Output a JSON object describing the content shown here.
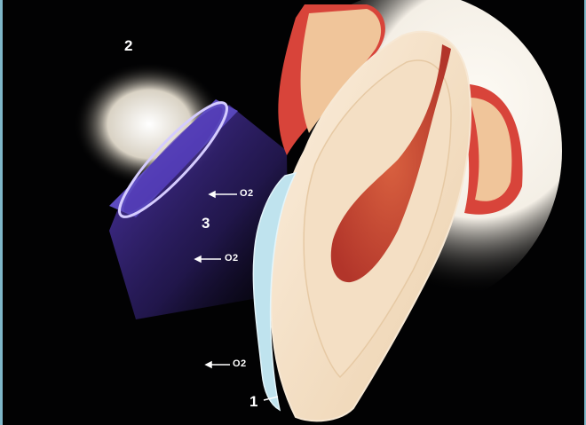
{
  "labels": {
    "enamel_coating": "1",
    "curing_light": "2",
    "light_beam": "3"
  },
  "oxygen_markers": [
    "O2",
    "O2",
    "O2"
  ],
  "colors": {
    "background": "#020203",
    "frame": "#7fb7c9",
    "gum": "#d8443a",
    "tooth": "#f3dcc0",
    "pulp": "#c7452f",
    "sealant": "#bfe3ee",
    "light": "#5a3fbf"
  }
}
